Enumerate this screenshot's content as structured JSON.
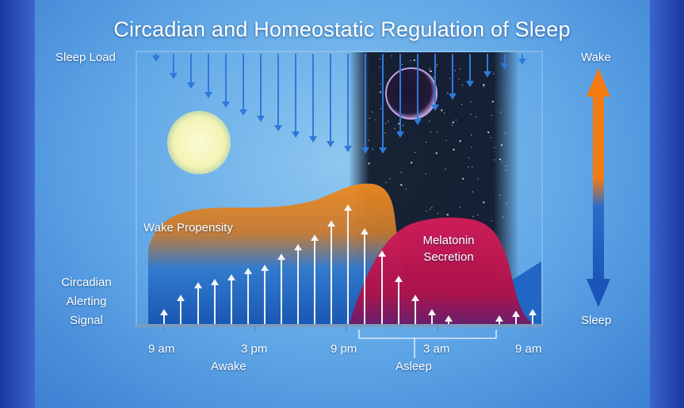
{
  "title": "Circadian and Homeostatic Regulation of Sleep",
  "y_axis": {
    "top_label": "Sleep Load",
    "bottom_label_lines": [
      "Circadian",
      "Alerting",
      "Signal"
    ]
  },
  "scale_bar": {
    "top_label": "Wake",
    "bottom_label": "Sleep"
  },
  "curve_labels": {
    "wake_propensity": "Wake Propensity",
    "melatonin_lines": [
      "Melatonin",
      "Secretion"
    ]
  },
  "x_axis": {
    "ticks": [
      "9 am",
      "3 pm",
      "9 pm",
      "3 am",
      "9 am"
    ],
    "awake_label": "Awake",
    "asleep_label": "Asleep"
  },
  "icons": [
    "sun-icon",
    "moon-icon"
  ],
  "colors": {
    "wake_orange": "#f08a1e",
    "sleep_blue": "#1c5fc0",
    "melatonin_red": "#c2174e",
    "arrow_blue": "#2f7ad9",
    "arrow_white": "#f4f4f4"
  }
}
